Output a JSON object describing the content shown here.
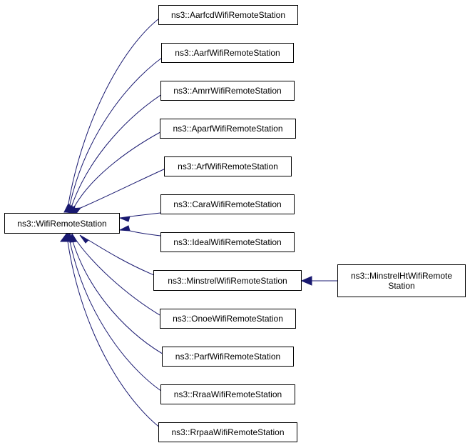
{
  "diagram": {
    "edge_color": "#191970",
    "root": {
      "id": "wrs",
      "label": "ns3::WifiRemoteStation"
    },
    "nodes": [
      {
        "id": "aarfcd",
        "label": "ns3::AarfcdWifiRemoteStation",
        "parent": "wrs"
      },
      {
        "id": "aarf",
        "label": "ns3::AarfWifiRemoteStation",
        "parent": "wrs"
      },
      {
        "id": "amrr",
        "label": "ns3::AmrrWifiRemoteStation",
        "parent": "wrs"
      },
      {
        "id": "aparf",
        "label": "ns3::AparfWifiRemoteStation",
        "parent": "wrs"
      },
      {
        "id": "arf",
        "label": "ns3::ArfWifiRemoteStation",
        "parent": "wrs"
      },
      {
        "id": "cara",
        "label": "ns3::CaraWifiRemoteStation",
        "parent": "wrs"
      },
      {
        "id": "ideal",
        "label": "ns3::IdealWifiRemoteStation",
        "parent": "wrs"
      },
      {
        "id": "minstrel",
        "label": "ns3::MinstrelWifiRemoteStation",
        "parent": "wrs"
      },
      {
        "id": "onoe",
        "label": "ns3::OnoeWifiRemoteStation",
        "parent": "wrs"
      },
      {
        "id": "parf",
        "label": "ns3::ParfWifiRemoteStation",
        "parent": "wrs"
      },
      {
        "id": "rraa",
        "label": "ns3::RraaWifiRemoteStation",
        "parent": "wrs"
      },
      {
        "id": "rrpaa",
        "label": "ns3::RrpaaWifiRemoteStation",
        "parent": "wrs"
      },
      {
        "id": "minstrelht",
        "label": "ns3::MinstrelHtWifiRemote Station",
        "parent": "minstrel"
      }
    ]
  }
}
